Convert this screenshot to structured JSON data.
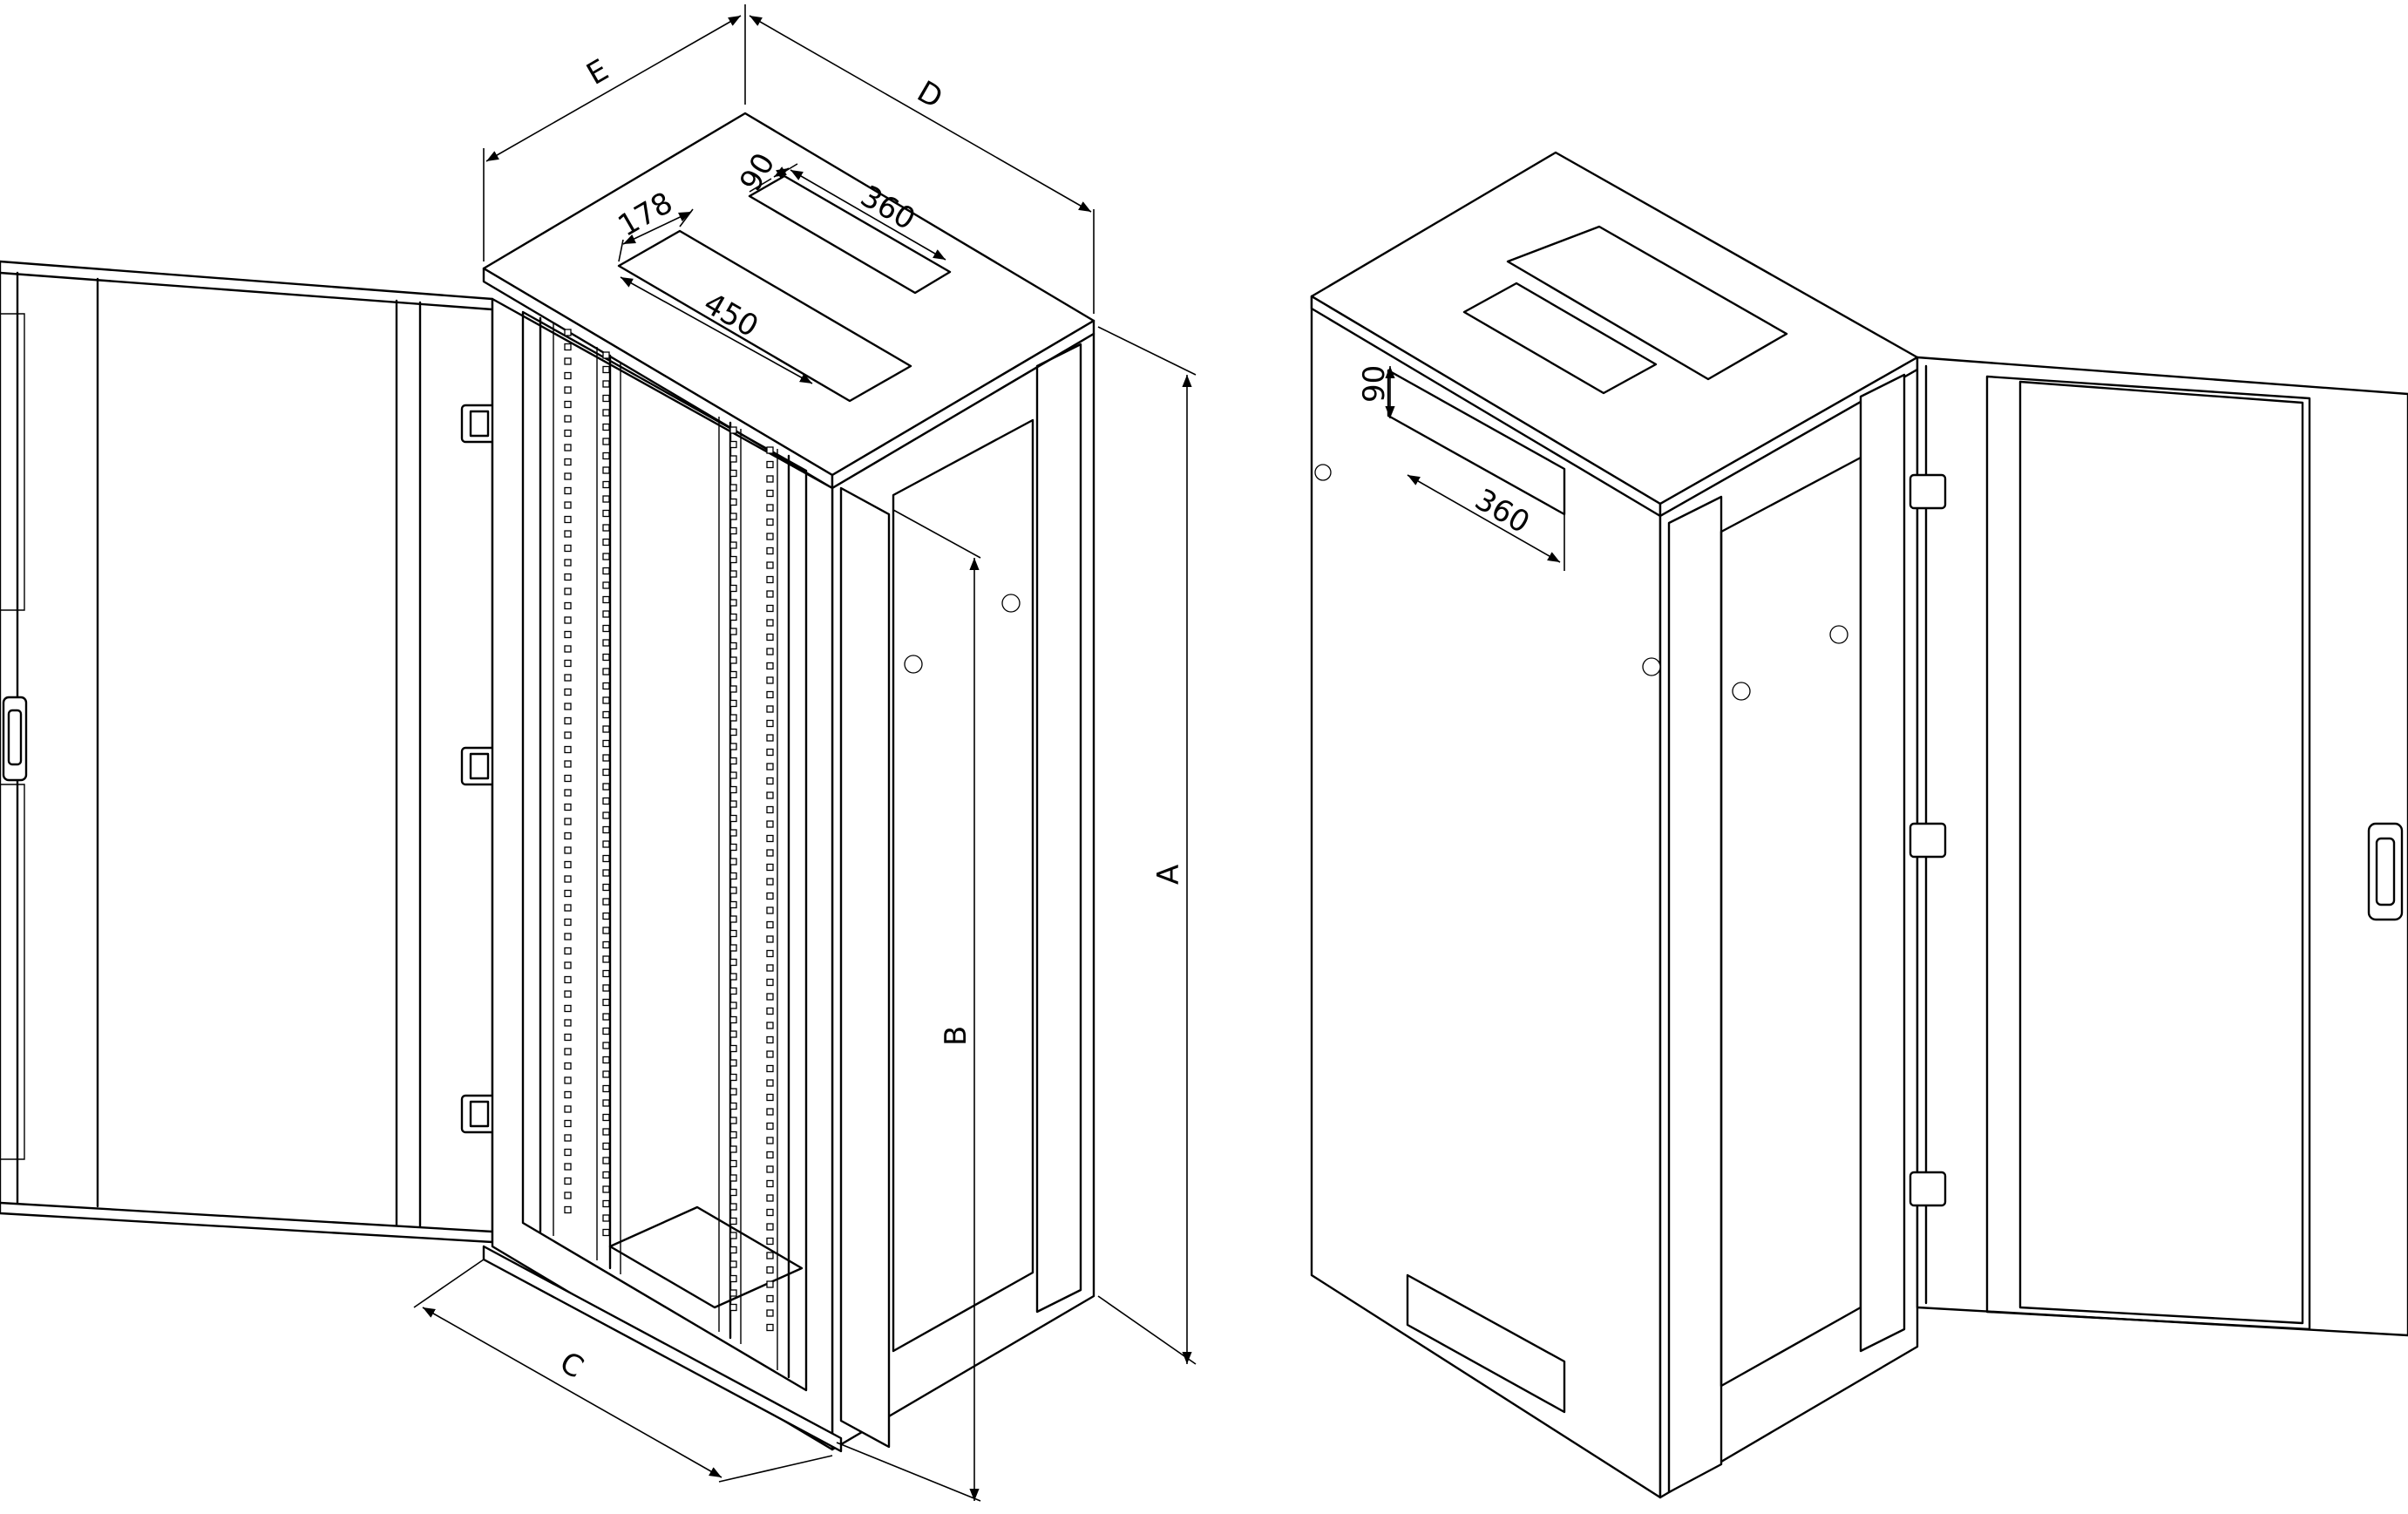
{
  "dimensions": {
    "A": "A",
    "B": "B",
    "C": "C",
    "D": "D",
    "E": "E",
    "left_slot_width": "178",
    "left_slot_length": "450",
    "right_slot_width": "90",
    "right_slot_length": "360",
    "rear_slot_height": "90",
    "rear_slot_length": "360"
  },
  "colors": {
    "line": "#000000",
    "background": "#ffffff"
  }
}
